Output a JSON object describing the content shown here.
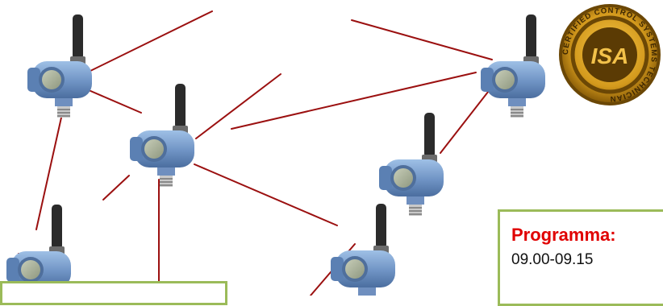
{
  "badge": {
    "ring_text": "CERTIFIED CONTROL SYSTEMS TECHNICIAN",
    "center_text": "ISA"
  },
  "program": {
    "title": "Programma:",
    "first_time": "09.00-09.15"
  },
  "colors": {
    "link_line": "#9b1010",
    "box_border": "#9bbb59",
    "program_title": "#e00000",
    "device_body": "#6f93c4",
    "antenna": "#2b2b2b",
    "badge_gold": "#d49a1d"
  },
  "icons": [
    "wireless-transmitter-icon",
    "isa-certification-badge"
  ]
}
